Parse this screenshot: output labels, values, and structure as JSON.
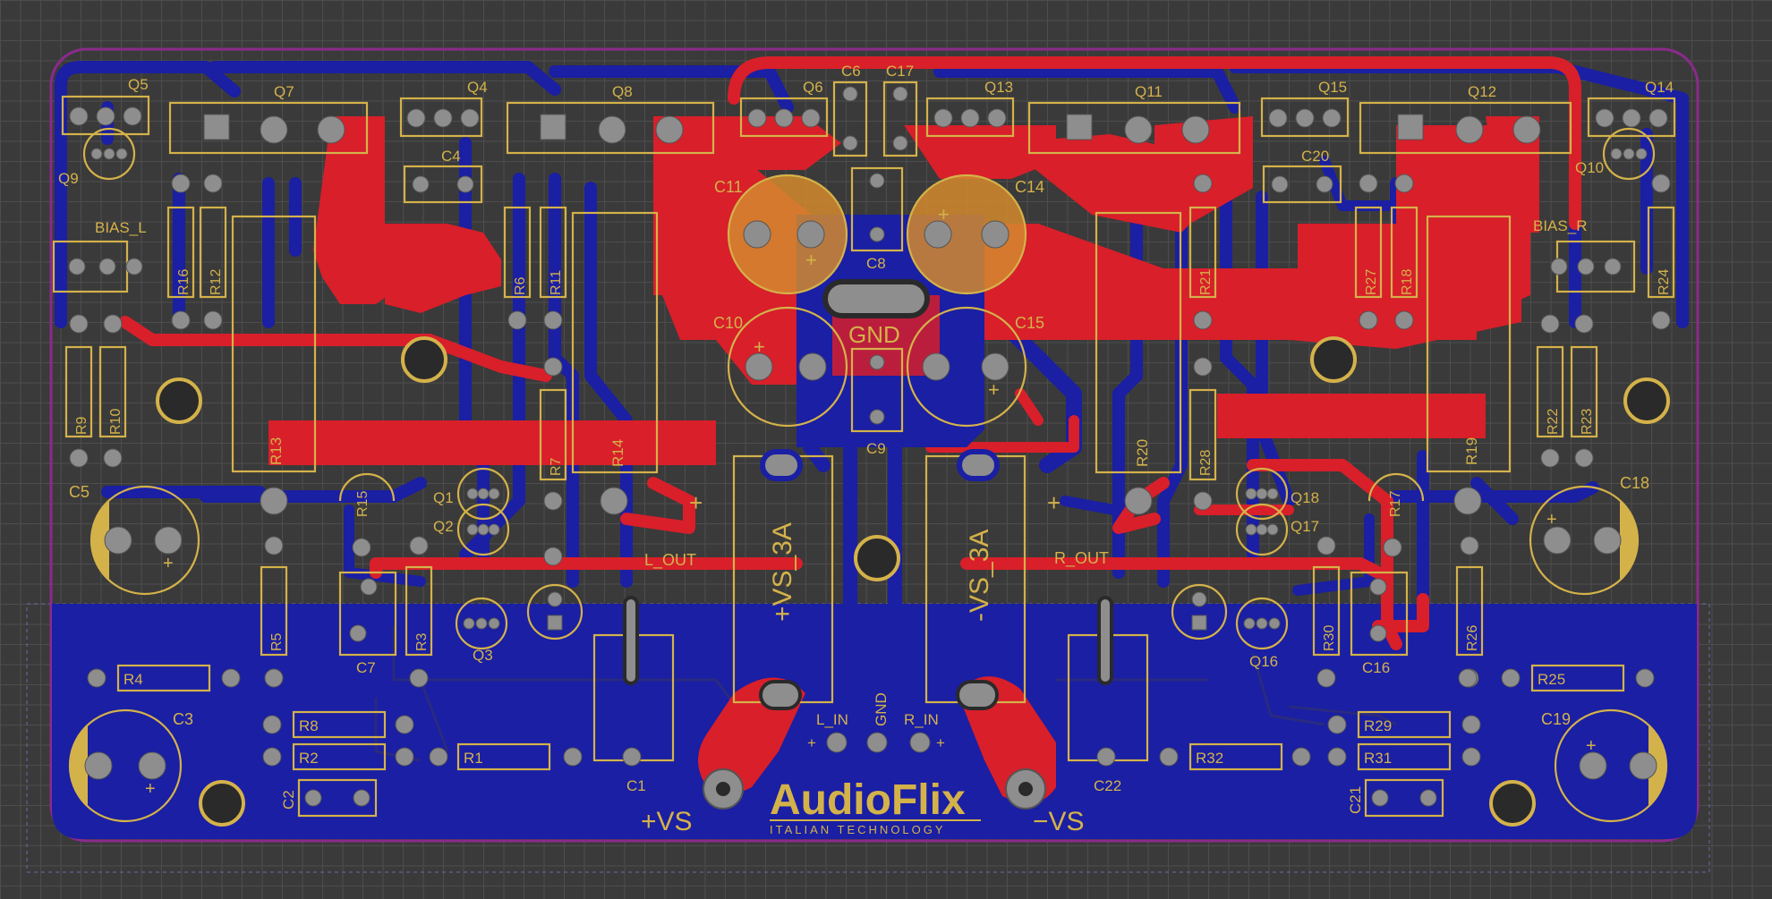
{
  "brand": {
    "name": "AudioFlix",
    "tagline": "ITALIAN TECHNOLOGY"
  },
  "colors": {
    "background": "#3a3a3a",
    "grid": "#4d4d4d",
    "board_outline": "#8b2a8b",
    "top_copper": "#d81f2a",
    "bottom_copper": "#1a1fa3",
    "silkscreen": "#d4b24a",
    "pad": "#8e8e8e"
  },
  "power": {
    "pos_label": "+VS",
    "neg_label": "−VS",
    "gnd_label": "GND",
    "fuse_pos": "+VS_3A",
    "fuse_neg": "-VS_3A"
  },
  "io": {
    "l_out": "L_OUT",
    "r_out": "R_OUT",
    "l_in": "L_IN",
    "r_in": "R_IN",
    "in_gnd": "GND",
    "plus": "+",
    "minus": "−"
  },
  "bias": {
    "left": "BIAS_L",
    "right": "BIAS_R"
  },
  "transistors": {
    "q1": "Q1",
    "q2": "Q2",
    "q3": "Q3",
    "q4": "Q4",
    "q5": "Q5",
    "q6": "Q6",
    "q7": "Q7",
    "q8": "Q8",
    "q9": "Q9",
    "q10": "Q10",
    "q11": "Q11",
    "q12": "Q12",
    "q13": "Q13",
    "q14": "Q14",
    "q15": "Q15",
    "q16": "Q16",
    "q17": "Q17",
    "q18": "Q18"
  },
  "capacitors": {
    "c1": "C1",
    "c2": "C2",
    "c3": "C3",
    "c4": "C4",
    "c5": "C5",
    "c6": "C6",
    "c7": "C7",
    "c8": "C8",
    "c9": "C9",
    "c10": "C10",
    "c11": "C11",
    "c14": "C14",
    "c15": "C15",
    "c16": "C16",
    "c17": "C17",
    "c18": "C18",
    "c19": "C19",
    "c20": "C20",
    "c21": "C21",
    "c22": "C22"
  },
  "resistors": {
    "r1": "R1",
    "r2": "R2",
    "r3": "R3",
    "r4": "R4",
    "r5": "R5",
    "r6": "R6",
    "r7": "R7",
    "r8": "R8",
    "r9": "R9",
    "r10": "R10",
    "r11": "R11",
    "r12": "R12",
    "r13": "R13",
    "r14": "R14",
    "r15": "R15",
    "r16": "R16",
    "r17": "R17",
    "r18": "R18",
    "r19": "R19",
    "r20": "R20",
    "r21": "R21",
    "r22": "R22",
    "r23": "R23",
    "r24": "R24",
    "r25": "R25",
    "r26": "R26",
    "r27": "R27",
    "r28": "R28",
    "r29": "R29",
    "r30": "R30",
    "r31": "R31",
    "r32": "R32"
  }
}
